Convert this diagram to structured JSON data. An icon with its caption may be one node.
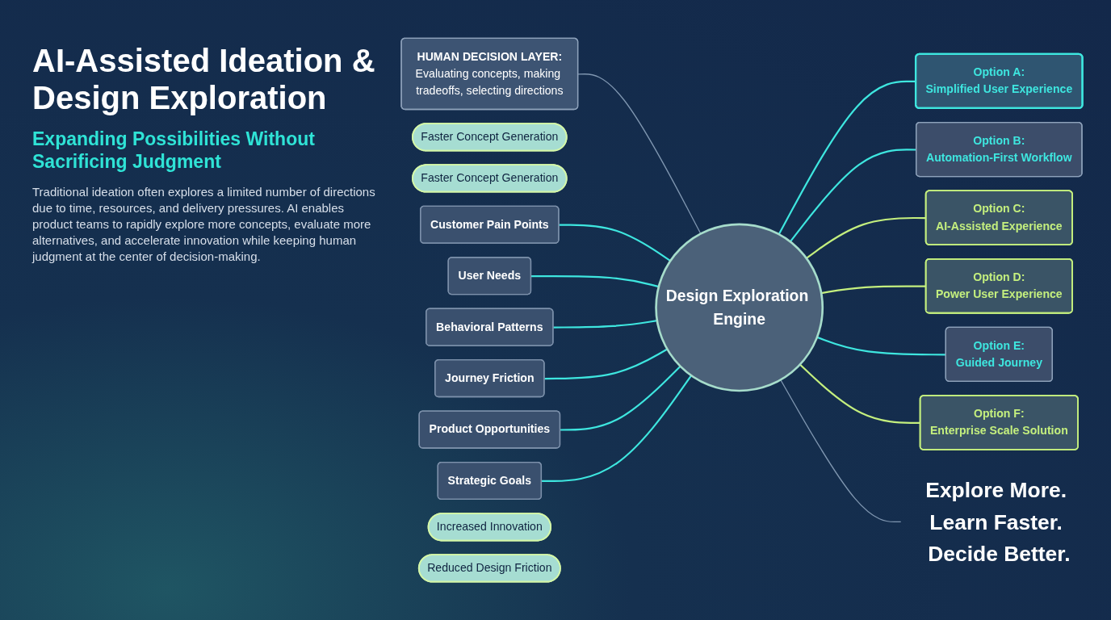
{
  "diagram": {
    "title": "AI-Assisted Ideation & Design Exploration",
    "nodes": [
      {
        "text": [
          "HUMAN DECISION LAYER:",
          "Evaluating concepts, making tradeoffs, selecting directions"
        ]
      },
      {
        "text": [
          "Faster Concept Generation"
        ]
      },
      {
        "text": [
          "Faster Concept Generation"
        ]
      },
      {
        "text": [
          "Customer Pain Points"
        ]
      },
      {
        "text": [
          "User Needs"
        ]
      },
      {
        "text": [
          "Behavioral Patterns"
        ]
      },
      {
        "text": [
          "Journey Friction"
        ]
      },
      {
        "text": [
          "Product Opportunities"
        ]
      },
      {
        "text": [
          "Strategic Goals"
        ]
      },
      {
        "text": [
          "Design Exploration Engine"
        ]
      },
      {
        "text": [
          "Option A:",
          "Simplified User Experience"
        ]
      },
      {
        "text": [
          "Option B:",
          "Automation-First Workflow"
        ]
      },
      {
        "text": [
          "Option C:",
          "AI-Assisted Experience"
        ]
      },
      {
        "text": [
          "Option D:",
          "Power User Experience"
        ]
      },
      {
        "text": [
          "Option E:",
          "Guided Journey"
        ]
      },
      {
        "text": [
          "Option F:",
          "Enterprise Scale Solution"
        ]
      },
      {
        "text": [
          "Explore More. Learn Faster. Decide Better."
        ]
      },
      {
        "text": [
          "Increased Innovation"
        ]
      },
      {
        "text": [
          "Reduced Design Friction"
        ]
      }
    ],
    "edges": [
      {
        "from": 0,
        "to": 9,
        "arrow": "none",
        "color": "#7f96b0"
      },
      {
        "from": 3,
        "to": 9,
        "arrow": "none"
      },
      {
        "from": 4,
        "to": 9,
        "arrow": "none"
      },
      {
        "from": 5,
        "to": 9,
        "arrow": "none"
      },
      {
        "from": 6,
        "to": 9,
        "arrow": "none"
      },
      {
        "from": 7,
        "to": 9,
        "arrow": "none"
      },
      {
        "from": 8,
        "to": 9,
        "arrow": "none"
      },
      {
        "from": 9,
        "to": 10,
        "arrow": "none"
      },
      {
        "from": 9,
        "to": 11,
        "arrow": "none"
      },
      {
        "from": 9,
        "to": 12,
        "arrow": "none",
        "color": "#c4ef7e"
      },
      {
        "from": 9,
        "to": 13,
        "arrow": "none",
        "color": "#c4ef7e"
      },
      {
        "from": 9,
        "to": 14,
        "arrow": "none"
      },
      {
        "from": 9,
        "to": 15,
        "arrow": "none",
        "color": "#c4ef7e"
      },
      {
        "from": 9,
        "to": 16,
        "arrow": "none",
        "color": "#7f96b0"
      }
    ],
    "labels": [
      "Expanding Possibilities Without Sacrificing Judgment",
      "Traditional ideation often explores a limited number of directions due to time, resources, and delivery pressures. AI enables product teams to rapidly explore more concepts, evaluate more alternatives, and accelerate innovation while keeping human judgment at the center of decision-making."
    ]
  }
}
